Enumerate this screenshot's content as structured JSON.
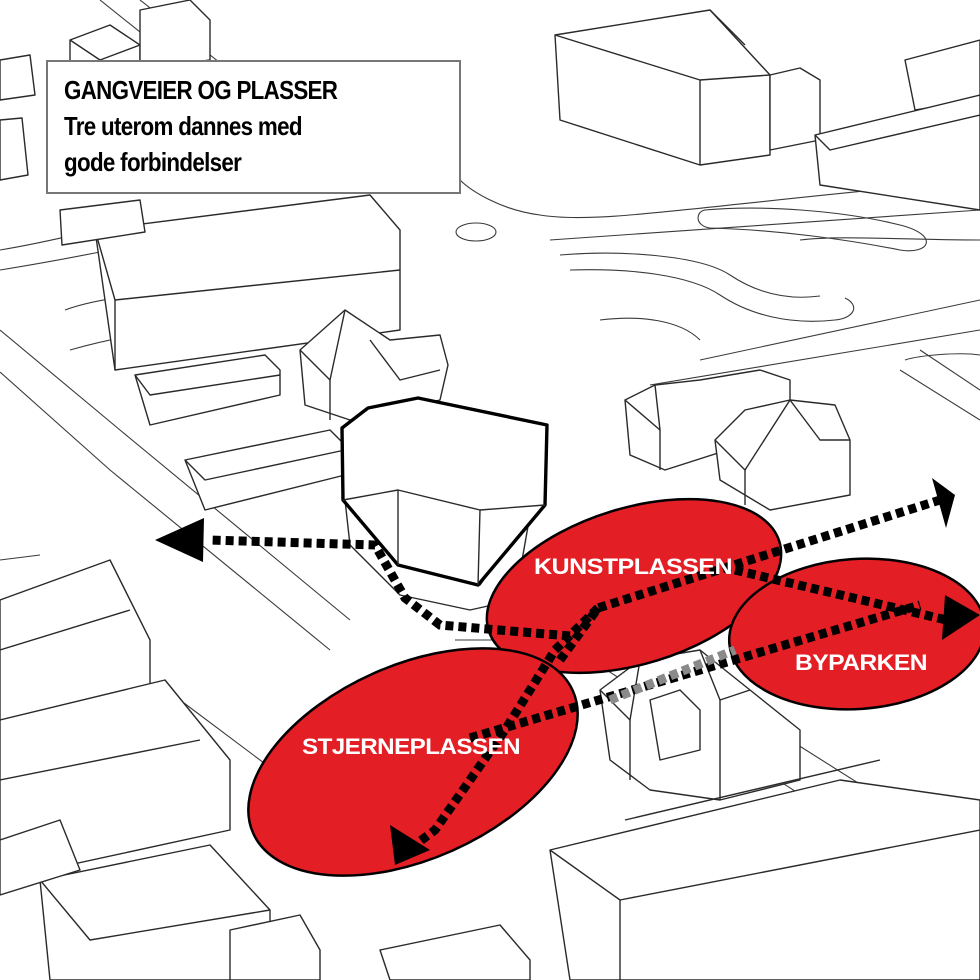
{
  "title_box": {
    "heading": "GANGVEIER OG PLASSER",
    "line1": "Tre uterom dannes med",
    "line2": "gode forbindelser"
  },
  "zones": [
    {
      "name": "KUNSTPLASSEN",
      "color": "#e31e24"
    },
    {
      "name": "BYPARKEN",
      "color": "#e31e24"
    },
    {
      "name": "STJERNEPLASSEN",
      "color": "#e31e24"
    }
  ],
  "colors": {
    "path": "#000000",
    "path_faded": "#8a8a8a",
    "zone_fill": "#e31e24",
    "line": "#2a2a2a"
  },
  "icons": [
    "arrow-head-icon"
  ]
}
